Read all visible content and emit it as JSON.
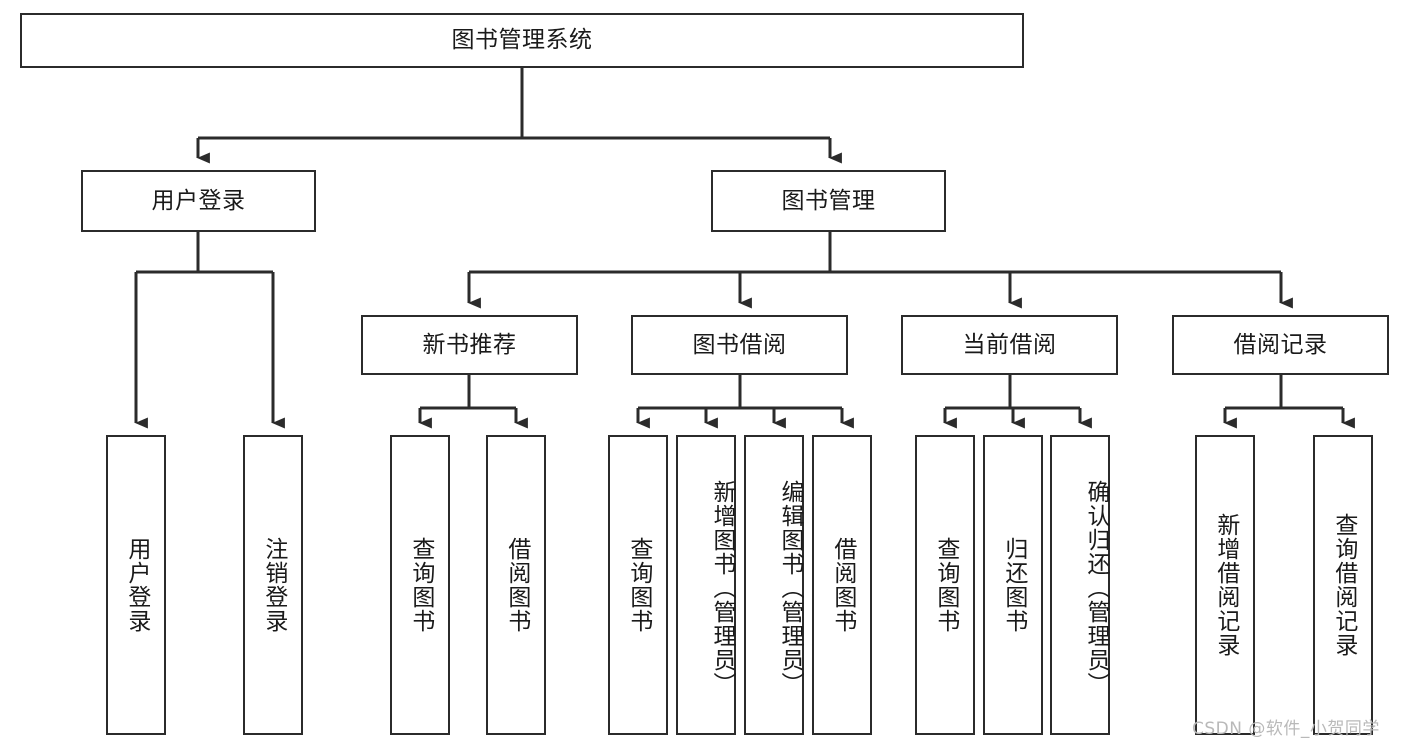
{
  "diagram": {
    "type": "tree-hierarchy",
    "title": "图书管理系统",
    "orientation": "top-down",
    "colors": {
      "box_border": "#2b2b2b",
      "box_fill": "#ffffff",
      "edge": "#2b2b2b",
      "text": "#1a1a1a",
      "watermark": "#b9b9b9",
      "background": "#ffffff"
    },
    "root": {
      "label": "图书管理系统"
    },
    "level2": [
      {
        "label": "用户登录"
      },
      {
        "label": "图书管理"
      }
    ],
    "level3": [
      {
        "label": "新书推荐"
      },
      {
        "label": "图书借阅"
      },
      {
        "label": "当前借阅"
      },
      {
        "label": "借阅记录"
      }
    ],
    "leaves": {
      "user_login": [
        {
          "label": "用户登录"
        },
        {
          "label": "注销登录"
        }
      ],
      "new_book_recommend": [
        {
          "label": "查询图书"
        },
        {
          "label": "借阅图书"
        }
      ],
      "book_borrow": [
        {
          "label": "查询图书"
        },
        {
          "label": "新增图书（管理员）"
        },
        {
          "label": "编辑图书（管理员）"
        },
        {
          "label": "借阅图书"
        }
      ],
      "current_borrow": [
        {
          "label": "查询图书"
        },
        {
          "label": "归还图书"
        },
        {
          "label": "确认归还（管理员）"
        }
      ],
      "borrow_record": [
        {
          "label": "新增借阅记录"
        },
        {
          "label": "查询借阅记录"
        }
      ]
    },
    "watermark": "CSDN @软件_小贺同学"
  }
}
